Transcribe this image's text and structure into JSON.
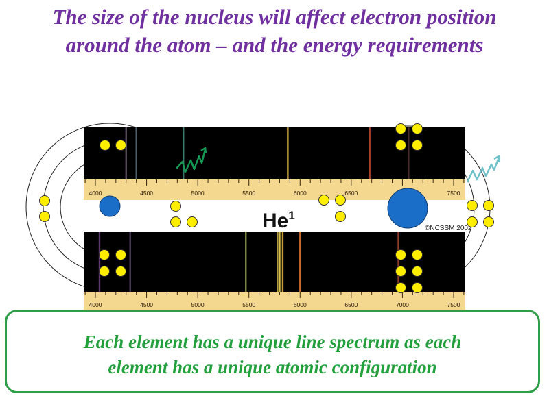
{
  "slide": {
    "title_line1": "The size of the nucleus will affect electron position",
    "title_line2": "around the atom – and the energy requirements",
    "callout_line1": "Each element has a unique line spectrum as each",
    "callout_line2": "element has a unique atomic configuration"
  },
  "spectrum": {
    "element_label": "He",
    "element_superscript": "1",
    "copyright": "©NCSSM 2002",
    "ticks": [
      "4000",
      "4500",
      "5000",
      "5500",
      "6000",
      "6500",
      "7000",
      "7500"
    ],
    "top_lines": [
      {
        "wavelength": 4300,
        "color": "#5a4a60"
      },
      {
        "wavelength": 4400,
        "color": "#4a5a6a"
      },
      {
        "wavelength": 4860,
        "color": "#3a7a6a"
      },
      {
        "wavelength": 5880,
        "color": "#c9a23a"
      },
      {
        "wavelength": 6680,
        "color": "#a8402a"
      },
      {
        "wavelength": 7060,
        "color": "#4a2a2a"
      }
    ],
    "bottom_lines": [
      {
        "wavelength": 4040,
        "color": "#5a3a6a"
      },
      {
        "wavelength": 4340,
        "color": "#4a3a5a"
      },
      {
        "wavelength": 5470,
        "color": "#7a8a3a"
      },
      {
        "wavelength": 5780,
        "color": "#b09a40"
      },
      {
        "wavelength": 5800,
        "color": "#d8c24a"
      },
      {
        "wavelength": 5830,
        "color": "#c8a03a"
      },
      {
        "wavelength": 6000,
        "color": "#c86a2a"
      },
      {
        "wavelength": 6960,
        "color": "#8a3a2a"
      }
    ]
  },
  "colors": {
    "title": "#7030a0",
    "callout_text": "#22a03c",
    "callout_border": "#2e9e48",
    "ruler": "#f5d890",
    "electron": "#ffee00",
    "nucleus": "#1b6ec8",
    "photon_emitted": "#159a55",
    "photon_absorbed": "#6fc0c8"
  }
}
